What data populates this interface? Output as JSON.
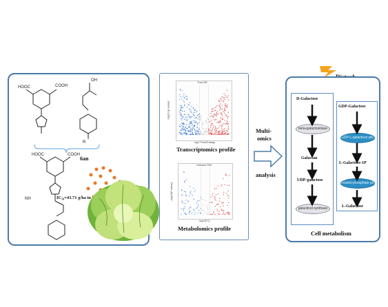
{
  "left_panel": {
    "compound_label": "6an",
    "ic50_label": "IC₅₀=43.71 g/ha in L.s"
  },
  "middle_panel": {
    "transcriptomics": {
      "plot_title": "Tree-DE",
      "x_axis": "log2 FoldChange",
      "y_axis": "-log10 (p-value)",
      "caption": "Transcriptomics profile"
    },
    "metabolomics": {
      "plot_title": "Volcano Plot",
      "x_axis": "log2(FC)",
      "y_axis": "-log10(P-value)",
      "caption": "Metabolomics profile"
    }
  },
  "arrow_labels": {
    "line1": "Multi-",
    "line2": "omics",
    "line3": "analysis"
  },
  "right_panel": {
    "disturb_label": "Disturb",
    "caption": "Cell metabolism",
    "left_pathway": {
      "start": "D-Galactose",
      "enzyme1": "beta-galactosidase",
      "mid": "Galactan",
      "mid2": "UDP-galactose",
      "enzyme2": "galactinol synthase"
    },
    "right_pathway": {
      "start": "GDP-Galactose",
      "enzyme1": "GDP-L-galactose phosphorylase",
      "mid": "L-Galactose-1P",
      "enzyme2": "inositol-phosphate phosphatase",
      "end": "L-Galactose"
    }
  },
  "colors": {
    "panel_border": "#4a79a8",
    "lightning": "#f5a21d",
    "dots": "#e8782a",
    "volcano_up": "#e03a3a",
    "volcano_down": "#3b7ad8"
  }
}
